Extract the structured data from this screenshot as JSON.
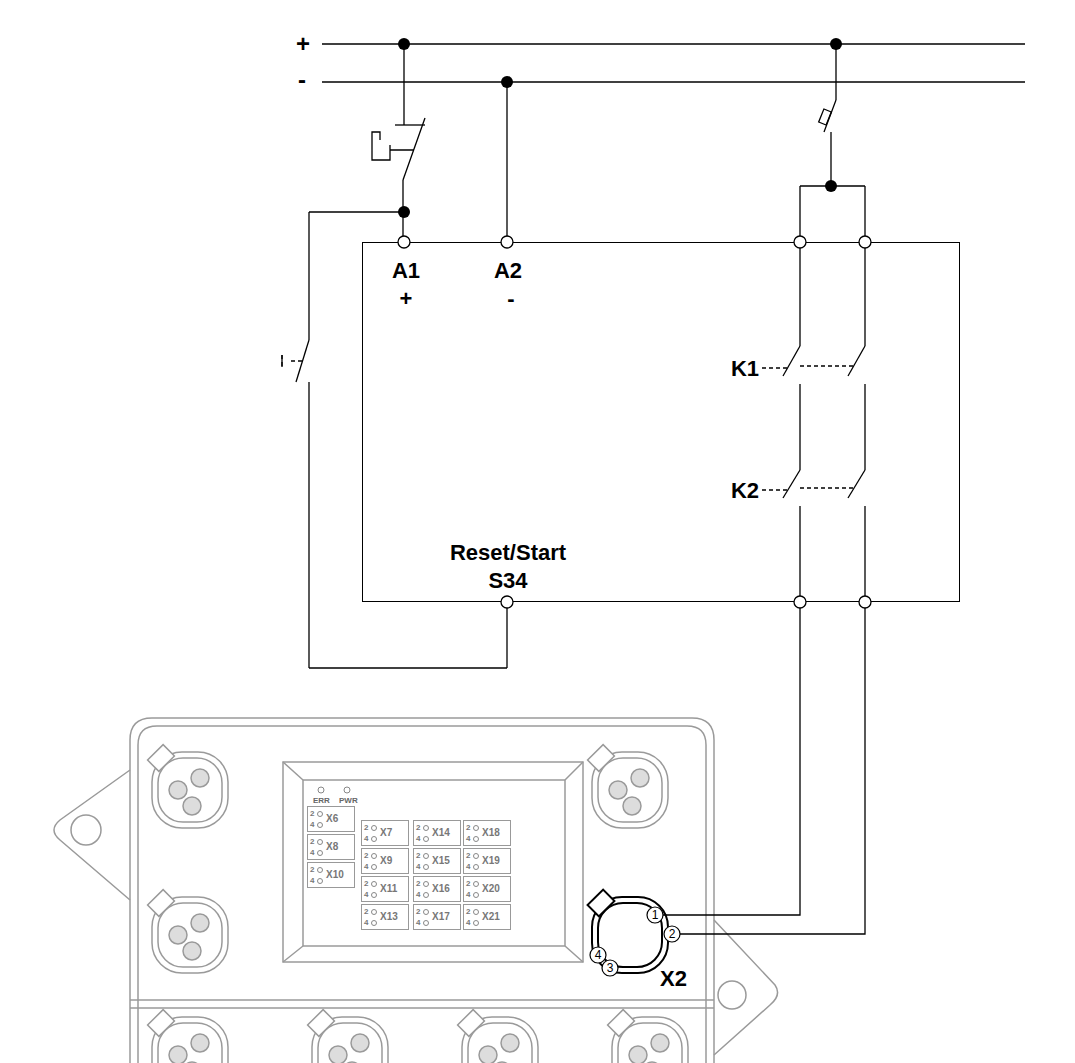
{
  "diagram": {
    "nodes": [
      {
        "text": [
          "A1",
          "+",
          "A2",
          "-",
          "K1",
          "K2",
          "Reset/Start S34"
        ]
      },
      {
        "text": [
          "ERR",
          "PWR"
        ]
      },
      {
        "text": [
          "2",
          "4",
          "X6"
        ],
        "in": 1
      },
      {
        "text": [
          "2",
          "4",
          "X8"
        ],
        "in": 1
      },
      {
        "text": [
          "2",
          "4",
          "X10"
        ],
        "in": 1
      },
      {
        "text": [
          "2",
          "4",
          "X7"
        ],
        "in": 1
      },
      {
        "text": [
          "2",
          "4",
          "X9"
        ],
        "in": 1
      },
      {
        "text": [
          "2",
          "4",
          "X11"
        ],
        "in": 1
      },
      {
        "text": [
          "2",
          "4",
          "X13"
        ],
        "in": 1
      },
      {
        "text": [
          "2",
          "4",
          "X14"
        ],
        "in": 1
      },
      {
        "text": [
          "2",
          "4",
          "X15"
        ],
        "in": 1
      },
      {
        "text": [
          "2",
          "4",
          "X16"
        ],
        "in": 1
      },
      {
        "text": [
          "2",
          "4",
          "X17"
        ],
        "in": 1
      },
      {
        "text": [
          "2",
          "4",
          "X18"
        ],
        "in": 1
      },
      {
        "text": [
          "2",
          "4",
          "X19"
        ],
        "in": 1
      },
      {
        "text": [
          "2",
          "4",
          "X20"
        ],
        "in": 1
      },
      {
        "text": [
          "2",
          "4",
          "X21"
        ],
        "in": 1
      },
      {
        "text": [
          "1",
          "2",
          "3",
          "4",
          "X2"
        ]
      }
    ],
    "edges": [
      {
        "from": 0,
        "to": 17,
        "arrow": "none"
      },
      {
        "from": 0,
        "to": 17,
        "arrow": "none"
      }
    ],
    "labels": [
      "+",
      "-"
    ]
  }
}
